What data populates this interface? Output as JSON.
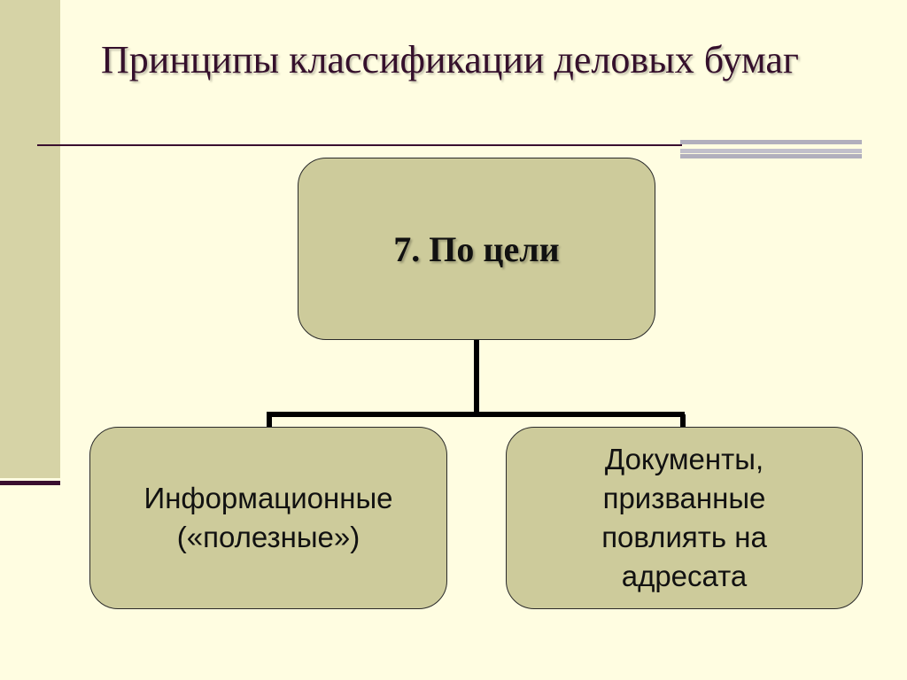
{
  "slide": {
    "title": "Принципы классификации деловых бумаг"
  },
  "diagram": {
    "root": {
      "label": "7. По цели"
    },
    "children": [
      {
        "label": "Информационные\n(«полезные»)"
      },
      {
        "label": "Документы,\nпризванные\nповлиять на\nадресата"
      }
    ]
  },
  "colors": {
    "background": "#fffde1",
    "node_fill": "#cdcb9b",
    "title_text": "#35102c",
    "accent": "#3a0f2f"
  }
}
